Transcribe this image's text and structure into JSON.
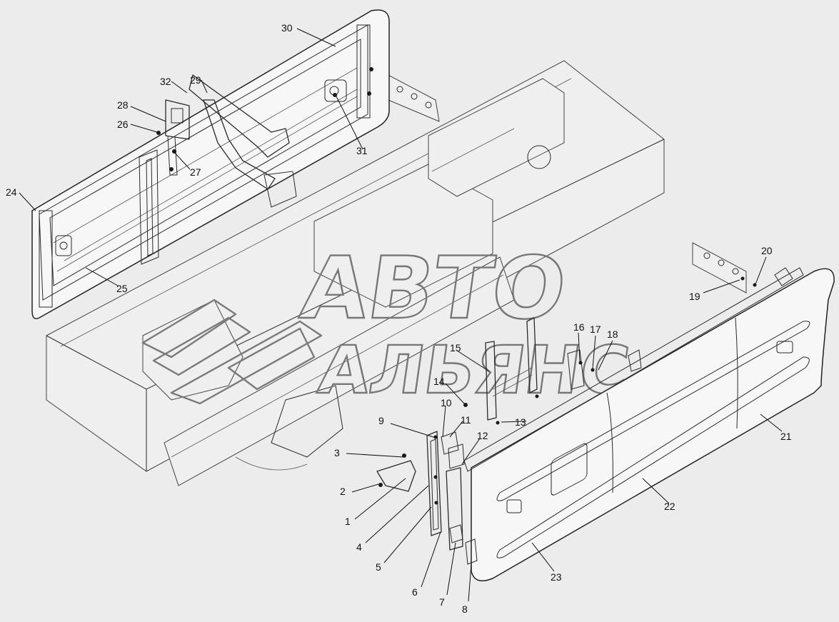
{
  "watermark": {
    "line1": "АВТО",
    "line2": "АЛЬЯНС"
  },
  "callouts": [
    "1",
    "2",
    "3",
    "4",
    "5",
    "6",
    "7",
    "8",
    "9",
    "10",
    "11",
    "12",
    "13",
    "14",
    "15",
    "16",
    "17",
    "18",
    "19",
    "20",
    "21",
    "22",
    "23",
    "24",
    "25",
    "26",
    "27",
    "28",
    "29",
    "30",
    "31",
    "32"
  ]
}
